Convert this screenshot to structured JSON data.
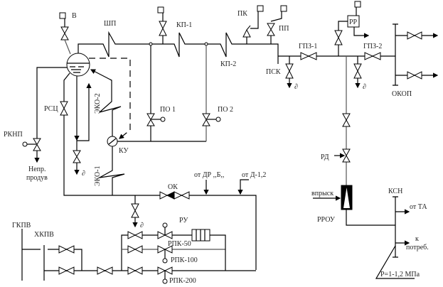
{
  "labels": {
    "v": "В",
    "shp": "ШП",
    "kp1": "КП-1",
    "kp2": "КП-2",
    "pk": "ПК",
    "pp": "ПП",
    "psk": "ПСК",
    "gpz1": "ГПЗ-1",
    "gpz2": "ГПЗ-2",
    "rr": "РР",
    "okop": "ОКОП",
    "rsc": "РСЦ",
    "rknp": "РКНП",
    "nepr1": "Непр.",
    "nepr2": "продув",
    "eko2": "ЭКО-2",
    "eko1": "ЭКО-1",
    "ku": "КУ",
    "po1": "ПО 1",
    "po2": "ПО 2",
    "ok": "ОК",
    "ot_dr": "от ДР ,,Б,,",
    "ot_d": "от Д-1,2",
    "ru": "РУ",
    "rpk50": "РПК-50",
    "rpk100": "РПК-100",
    "rpk200": "РПК-200",
    "gkpv": "ГКПВ",
    "hkpv": "ХКПВ",
    "rd": "РД",
    "vprysk": "впрыск",
    "rrou": "РРОУ",
    "ksn": "КСН",
    "ot_ta": "от ТА",
    "k1": "к",
    "k2": "потреб.",
    "pressure": "P=1-1,2 МПа",
    "drain": "∂"
  }
}
